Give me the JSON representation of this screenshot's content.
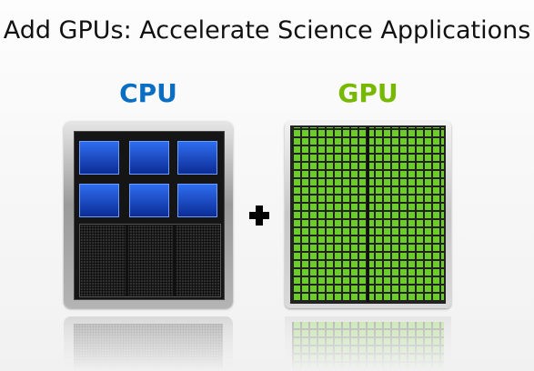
{
  "slide": {
    "title": "Add GPUs: Accelerate Science Applications"
  },
  "cpu": {
    "label": "CPU",
    "label_color": "#0a6fc2",
    "core_color": "#1f55d6"
  },
  "gpu": {
    "label": "GPU",
    "label_color": "#76b900",
    "core_color": "#6ccc2a"
  },
  "operator": {
    "icon": "plus-icon"
  }
}
